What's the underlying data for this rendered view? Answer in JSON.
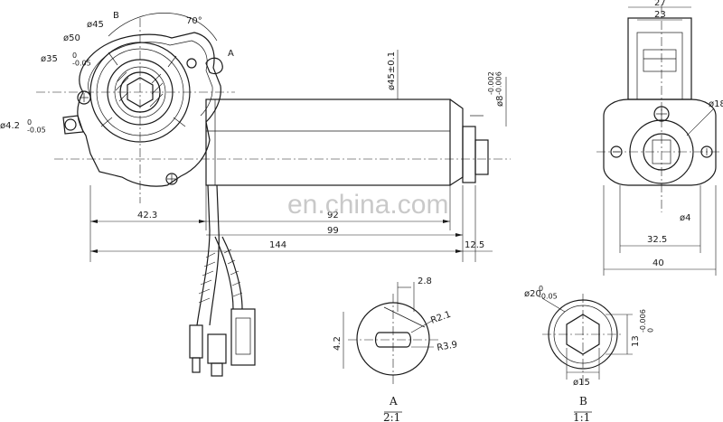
{
  "watermark": "en.china.com",
  "side_view": {
    "label_b": "B",
    "label_a": "A",
    "d45": "ø45",
    "d50": "ø50",
    "d35": "ø35",
    "d35_tol": "0\n-0.05",
    "d4_2": "ø4.2",
    "d4_2_tol": "0\n-0.05",
    "angle": "70°",
    "dia_body": "ø45±0.1",
    "d8": "ø8",
    "d8_tol": "-0.002\n-0.006",
    "dim_42_3": "42.3",
    "dim_92": "92",
    "dim_99": "99",
    "dim_144": "144",
    "dim_12_5": "12.5"
  },
  "end_view": {
    "dim_27": "27",
    "dim_23": "23",
    "d18": "ø18",
    "d4": "ø4",
    "dim_32_5": "32.5",
    "dim_40": "40"
  },
  "detail_a": {
    "dim_2_8": "2.8",
    "r2_1": "R2.1",
    "r3_9": "R3.9",
    "dim_4_2": "4.2",
    "label": "A",
    "scale": "2:1"
  },
  "detail_b": {
    "d20": "ø20",
    "d20_tol": "0\n-0.05",
    "dim_13": "13",
    "dim_13_tol": "-0.006\n0",
    "d15": "ø15",
    "label": "B",
    "scale": "1:1"
  }
}
